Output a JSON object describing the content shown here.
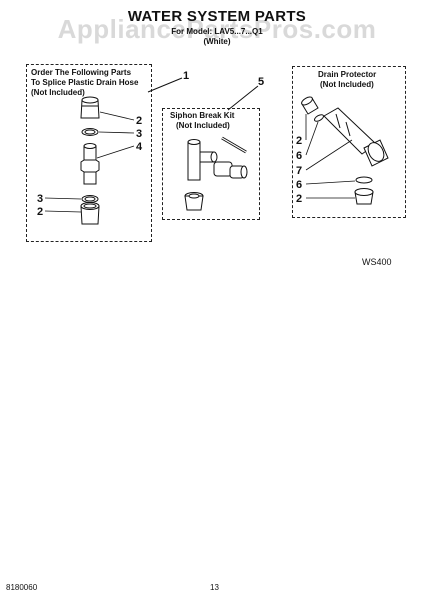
{
  "header": {
    "title": "WATER SYSTEM PARTS",
    "model_line": "For Model: LAV5...7...Q1",
    "color_line": "(White)",
    "watermark": "AppliancePartsPros.com"
  },
  "boxes": {
    "splice": {
      "heading_lines": [
        "Order The Following Parts",
        "To Splice Plastic Drain Hose",
        "(Not Included)"
      ],
      "callouts": [
        "2",
        "3",
        "4",
        "3",
        "2"
      ]
    },
    "siphon": {
      "heading_lines": [
        "Siphon Break Kit",
        "(Not Included)"
      ]
    },
    "drain": {
      "heading_lines": [
        "Drain Protector",
        "(Not Included)"
      ],
      "callouts": [
        "2",
        "6",
        "7",
        "6",
        "2"
      ]
    }
  },
  "top_callouts": [
    "1",
    "5"
  ],
  "diagram_code": "WS400",
  "footer": {
    "part_number": "8180060",
    "page": "13"
  }
}
